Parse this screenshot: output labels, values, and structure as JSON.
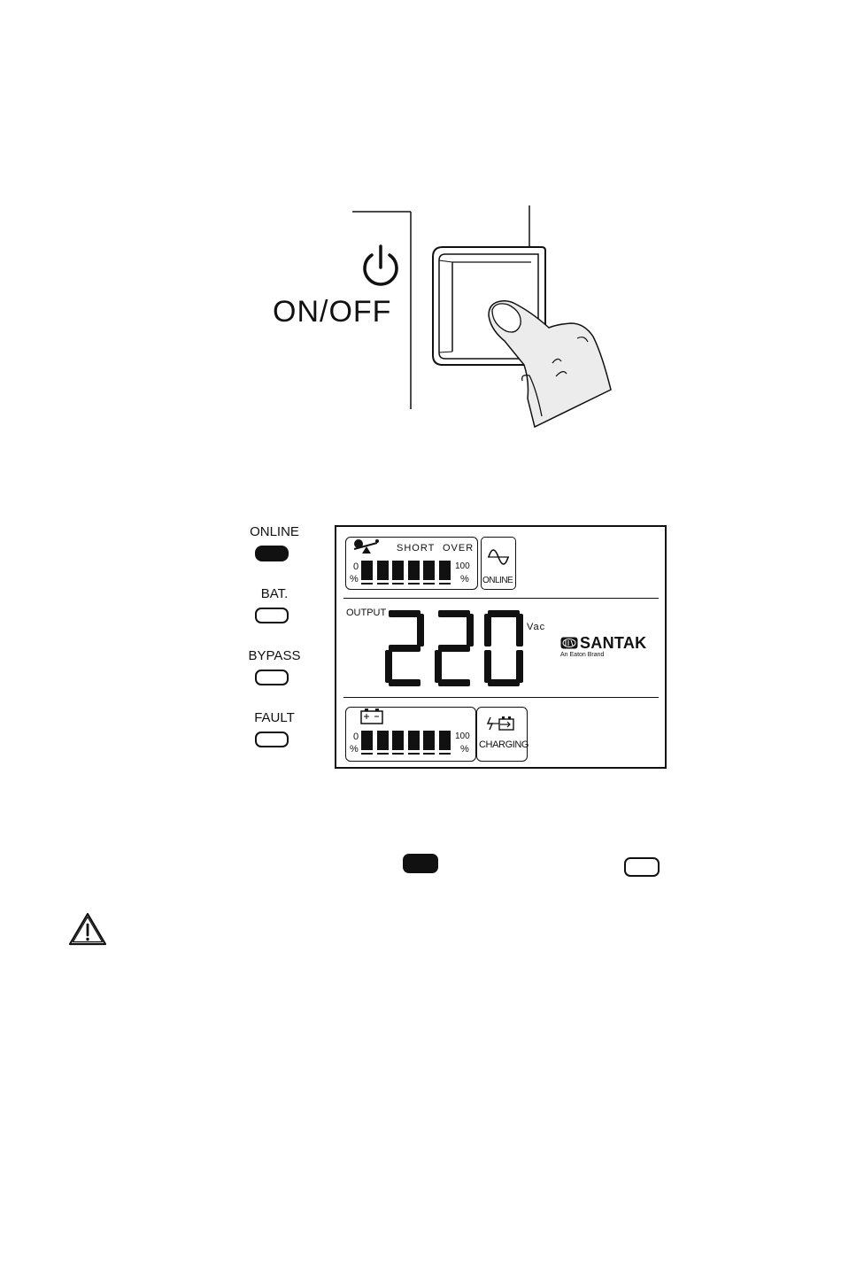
{
  "power_button": {
    "label": "ON/OFF",
    "icon": "power-icon"
  },
  "indicators": [
    {
      "label": "ONLINE",
      "state": "on"
    },
    {
      "label": "BAT.",
      "state": "off"
    },
    {
      "label": "BYPASS",
      "state": "off"
    },
    {
      "label": "FAULT",
      "state": "off"
    }
  ],
  "lcd": {
    "load": {
      "short_label": "SHORT",
      "over_label": "OVER",
      "min_label": "0",
      "max_label": "100",
      "unit": "%",
      "level": 1.0,
      "icon": "load-seesaw-icon"
    },
    "mode": {
      "label": "ONLINE",
      "icon": "sine-wave-icon"
    },
    "output": {
      "label": "OUTPUT",
      "value": "220",
      "unit": "Vac"
    },
    "brand": {
      "name": "SANTAK",
      "tagline": "An Eaton Brand"
    },
    "battery": {
      "min_label": "0",
      "max_label": "100",
      "unit": "%",
      "level": 1.0,
      "icon": "battery-icon"
    },
    "charging": {
      "label": "CHARGING",
      "icon": "charging-icon"
    }
  },
  "legend": {
    "lit_icon": "led-on-icon",
    "unlit_icon": "led-off-icon"
  },
  "warning": {
    "icon": "warning-triangle-icon"
  }
}
